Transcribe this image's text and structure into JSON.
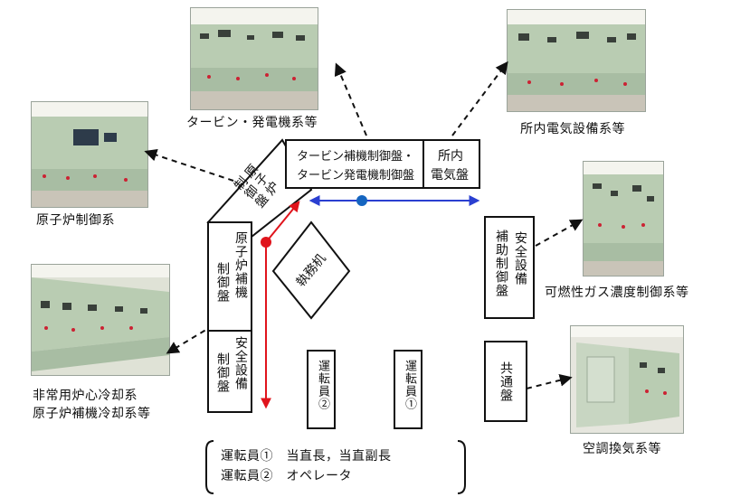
{
  "captions": {
    "turbine": "タービン・発電機系等",
    "station_elec": "所内電気設備系等",
    "reactor": "原子炉制御系",
    "combustible_gas": "可燃性ガス濃度制御系等",
    "emergency_line1": "非常用炉心冷却系",
    "emergency_line2": "原子炉補機冷却系等",
    "hvac": "空調換気系等"
  },
  "panels": {
    "turbine_aux_line1": "タービン補機制御盤・",
    "turbine_aux_line2": "タービン発電機制御盤",
    "station_elec_panel_line1": "所内",
    "station_elec_panel_line2": "電気盤",
    "reactor_panel_line1": "原子炉",
    "reactor_panel_line2": "制御盤",
    "reactor_aux_panel_line1": "原子炉補機",
    "reactor_aux_panel_line2": "制御盤",
    "safety_panel_line1": "安全設備",
    "safety_panel_line2": "制御盤",
    "safety_aux_panel_line1": "安全設備",
    "safety_aux_panel_line2": "補助制御盤",
    "common_panel": "共通盤",
    "desk": "執務机",
    "operator2": "運転員②",
    "operator1": "運転員①"
  },
  "legend": {
    "line1": "運転員①　当直長，当直副長",
    "line2": "運転員②　オペレータ"
  },
  "colors": {
    "red_path": "#e0141c",
    "blue_path": "#2a3fd1",
    "blue_dot": "#1565c0",
    "panel_green": "#b9ccb2"
  }
}
